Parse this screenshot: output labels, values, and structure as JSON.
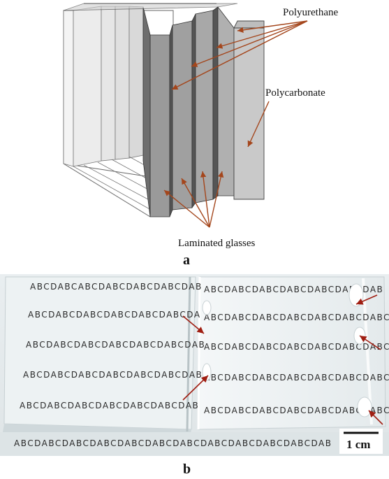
{
  "diagram_a": {
    "labels": {
      "polyurethane": "Polyurethane",
      "polycarbonate": "Polycarbonate",
      "laminated_glasses": "Laminated glasses"
    },
    "panel_label": "a",
    "colors": {
      "arrow": "#a4461c",
      "edge": "#555555"
    }
  },
  "photo_b": {
    "panel_label": "b",
    "text_rows": [
      "ABCDABCABCDABCDABCDABCDAB",
      "ABCDABCDABCDABCDABCDABCDA",
      "ABCDABCDABCDABCDABCDABCDAB",
      "ABCDABCDABCDABCDABCDABCDAB",
      "ABCDABCDABCDABCDABCDABCDAB",
      "ABCDABCDABCDABCDABCDABCDABCDABCDABCDABCDABCDAB"
    ],
    "right_text_rows": [
      "ABCDABCDABCDABCDABCDABCDAB",
      "ABCDABCDABCDABCDABCDABCDABCD",
      "ABCDABCDABCDABCDABCDABCDABCD",
      "ABCDABCDABCDABCDABCDABCDABCD",
      "ABCDABCDABCDABCDABCDABCDABC"
    ],
    "scale_bar": "1 cm"
  }
}
